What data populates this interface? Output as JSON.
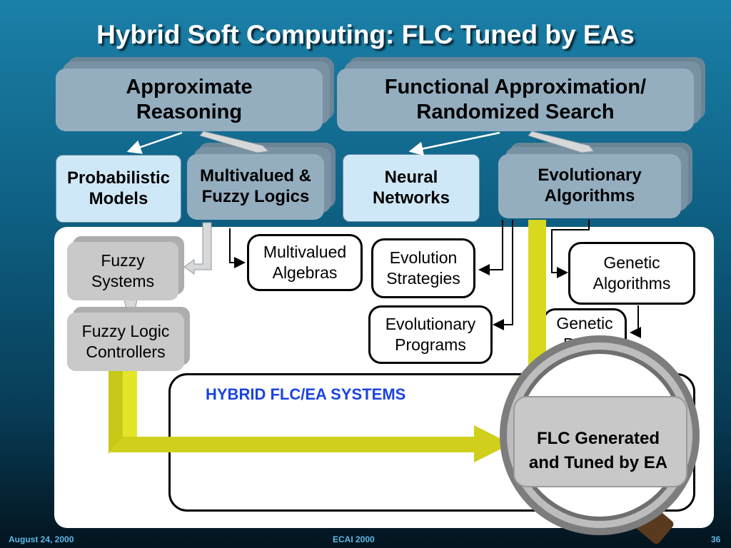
{
  "title": "Hybrid Soft Computing: FLC Tuned by EAs",
  "boxes": {
    "approx_reasoning": "Approximate\nReasoning",
    "functional_approx": "Functional Approximation/\nRandomized Search",
    "probabilistic": "Probabilistic\nModels",
    "multivalued_fuzzy": "Multivalued &\nFuzzy Logics",
    "neural": "Neural\nNetworks",
    "evolutionary_alg": "Evolutionary\nAlgorithms",
    "fuzzy_systems": "Fuzzy\nSystems",
    "multivalued_algebras": "Multivalued\nAlgebras",
    "evolution_strategies": "Evolution\nStrategies",
    "genetic_algorithms": "Genetic\nAlgorithms",
    "fuzzy_logic_controllers": "Fuzzy Logic\nControllers",
    "evolutionary_programs": "Evolutionary\nPrograms",
    "genetic_programs": "Genetic\nProgs",
    "hybrid_label": "HYBRID  FLC/EA SYSTEMS",
    "flc_generated": "FLC Generated\nand Tuned by EA"
  },
  "footer": {
    "date": "August 24, 2000",
    "conference": "ECAI 2000",
    "page": "36"
  },
  "colors": {
    "accent_blue": "#1a44e0",
    "yellow_arrow": "#d4d41a"
  },
  "icons": [
    "magnifier-icon"
  ]
}
